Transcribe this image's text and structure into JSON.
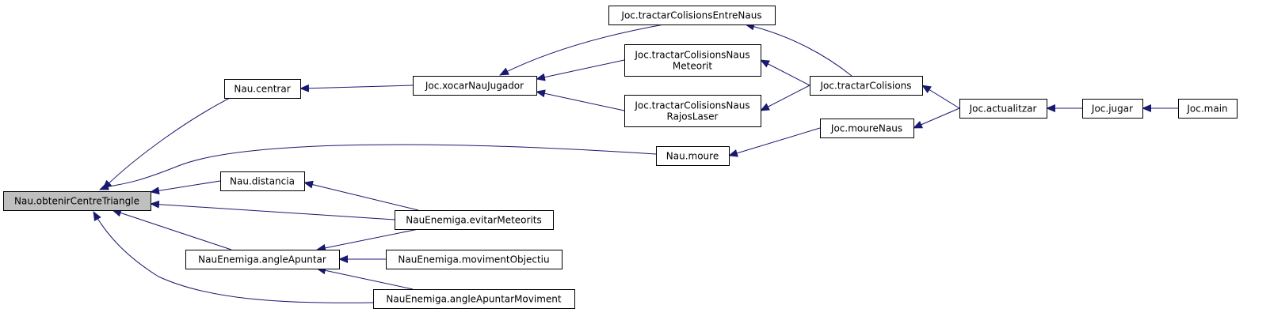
{
  "colors": {
    "edge": "#191970",
    "selected_fill": "#bfbfbf",
    "node_fill": "#ffffff",
    "border": "#000000"
  },
  "nodes": {
    "obtenir": {
      "lines": [
        "Nau.obtenirCentreTriangle"
      ],
      "selected": true
    },
    "centrar": {
      "lines": [
        "Nau.centrar"
      ]
    },
    "distancia": {
      "lines": [
        "Nau.distancia"
      ]
    },
    "angleApuntar": {
      "lines": [
        "NauEnemiga.angleApuntar"
      ]
    },
    "xocar": {
      "lines": [
        "Joc.xocarNauJugador"
      ]
    },
    "moure": {
      "lines": [
        "Nau.moure"
      ]
    },
    "evitar": {
      "lines": [
        "NauEnemiga.evitarMeteorits"
      ]
    },
    "movObj": {
      "lines": [
        "NauEnemiga.movimentObjectiu"
      ]
    },
    "angleMov": {
      "lines": [
        "NauEnemiga.angleApuntarMoviment"
      ]
    },
    "entreNaus": {
      "lines": [
        "Joc.tractarColisionsEntreNaus"
      ]
    },
    "meteorit": {
      "lines": [
        "Joc.tractarColisionsNaus",
        "Meteorit"
      ]
    },
    "rajos": {
      "lines": [
        "Joc.tractarColisionsNaus",
        "RajosLaser"
      ]
    },
    "tractar": {
      "lines": [
        "Joc.tractarColisions"
      ]
    },
    "moureNaus": {
      "lines": [
        "Joc.moureNaus"
      ]
    },
    "actualitzar": {
      "lines": [
        "Joc.actualitzar"
      ]
    },
    "jugar": {
      "lines": [
        "Joc.jugar"
      ]
    },
    "main": {
      "lines": [
        "Joc.main"
      ]
    }
  },
  "edges": [
    {
      "from": "centrar",
      "to": "obtenir"
    },
    {
      "from": "distancia",
      "to": "obtenir"
    },
    {
      "from": "evitar",
      "to": "obtenir"
    },
    {
      "from": "angleApuntar",
      "to": "obtenir"
    },
    {
      "from": "angleMov",
      "to": "obtenir"
    },
    {
      "from": "moure",
      "to": "obtenir"
    },
    {
      "from": "xocar",
      "to": "centrar"
    },
    {
      "from": "evitar",
      "to": "distancia"
    },
    {
      "from": "evitar",
      "to": "angleApuntar"
    },
    {
      "from": "movObj",
      "to": "angleApuntar"
    },
    {
      "from": "angleMov",
      "to": "angleApuntar"
    },
    {
      "from": "entreNaus",
      "to": "xocar"
    },
    {
      "from": "meteorit",
      "to": "xocar"
    },
    {
      "from": "rajos",
      "to": "xocar"
    },
    {
      "from": "moureNaus",
      "to": "moure"
    },
    {
      "from": "tractar",
      "to": "entreNaus"
    },
    {
      "from": "tractar",
      "to": "meteorit"
    },
    {
      "from": "tractar",
      "to": "rajos"
    },
    {
      "from": "actualitzar",
      "to": "tractar"
    },
    {
      "from": "actualitzar",
      "to": "moureNaus"
    },
    {
      "from": "jugar",
      "to": "actualitzar"
    },
    {
      "from": "main",
      "to": "jugar"
    }
  ]
}
